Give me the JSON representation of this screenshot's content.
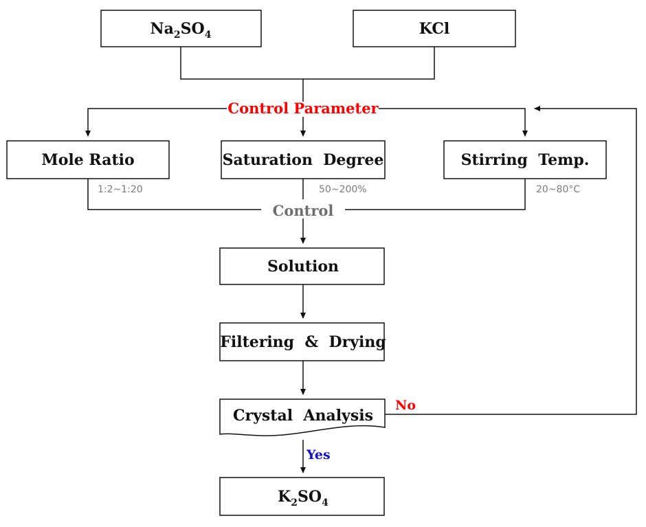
{
  "nodes": {
    "na2so4": {
      "main": "Na",
      "sub1": "2",
      "mid": "SO",
      "sub2": "4"
    },
    "kcl": {
      "label": "KCl"
    },
    "control_parameter": {
      "label": "Control Parameter"
    },
    "mole_ratio": {
      "label": "Mole Ratio",
      "range": "1:2~1:20"
    },
    "saturation_degree": {
      "label": "Saturation  Degree",
      "range": "50~200%"
    },
    "stirring_temp": {
      "label": "Stirring  Temp.",
      "range": "20~80°C"
    },
    "control": {
      "label": "Control"
    },
    "solution": {
      "label": "Solution"
    },
    "filtering_drying": {
      "label": "Filtering  &  Drying"
    },
    "crystal_analysis": {
      "label": "Crystal  Analysis"
    },
    "k2so4": {
      "main": "K",
      "sub1": "2",
      "mid": "SO",
      "sub2": "4"
    }
  },
  "branches": {
    "no": "No",
    "yes": "Yes"
  },
  "colors": {
    "parameter": "#ff0000",
    "no": "#ff0000",
    "yes": "#1010cc",
    "control": "#6e6e6e",
    "range": "#7a7a7a"
  }
}
